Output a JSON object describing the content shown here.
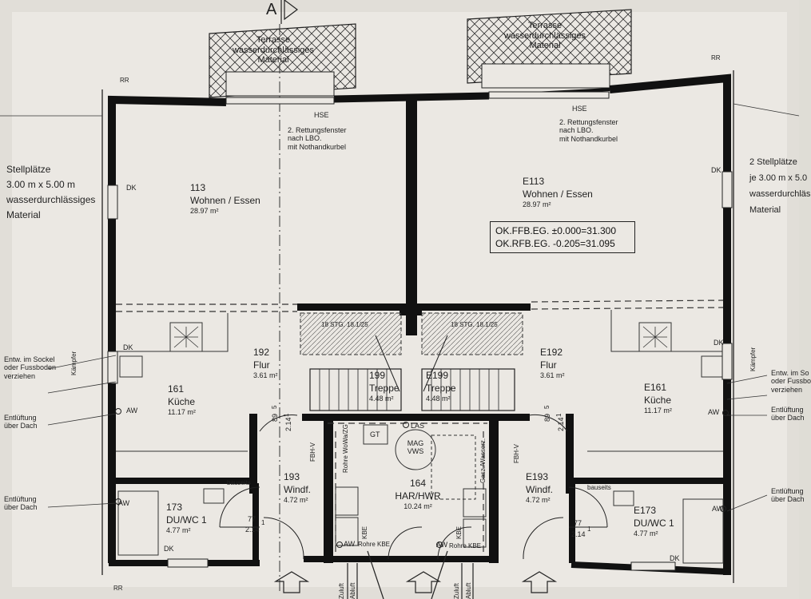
{
  "section_marker": "A",
  "terrace_left": [
    "Terrasse",
    "wasserdurchlässiges",
    "Material"
  ],
  "terrace_right": [
    "Terrasse",
    "wasserdurchlässiges",
    "Material"
  ],
  "rr": [
    "RR",
    "RR",
    "RR"
  ],
  "hse": [
    "HSE",
    "HSE"
  ],
  "escape_window_left": [
    "2. Rettungsfenster",
    "nach LBO.",
    "mit Nothandkurbel"
  ],
  "escape_window_right": [
    "2. Rettungsfenster",
    "nach LBO.",
    "mit Nothandkurbel"
  ],
  "parking_left": [
    "Stellplätze",
    "3.00 m x 5.00 m",
    "wasserdurchlässiges",
    "Material"
  ],
  "parking_right": [
    "2 Stellplätze",
    "je 3.00 m x 5.0",
    "wasserdurchläs",
    "Material"
  ],
  "level_info": [
    "OK.FFB.EG. ±0.000=31.300",
    "OK.RFB.EG. -0.205=31.095"
  ],
  "rooms_left": {
    "living": {
      "num": "113",
      "name": "Wohnen / Essen",
      "area": "28.97 m²"
    },
    "hall": {
      "num": "192",
      "name": "Flur",
      "area": "3.61 m²"
    },
    "stairs": {
      "num": "199",
      "name": "Treppe",
      "area": "4.48 m²",
      "steps": "18 STG. 18.1/25"
    },
    "kitchen": {
      "num": "161",
      "name": "Küche",
      "area": "11.17 m²"
    },
    "wind": {
      "num": "193",
      "name": "Windf.",
      "area": "4.72 m²"
    },
    "wc": {
      "num": "173",
      "name": "DU/WC 1",
      "area": "4.77 m²"
    }
  },
  "rooms_right": {
    "living": {
      "num": "E113",
      "name": "Wohnen / Essen",
      "area": "28.97 m²"
    },
    "hall": {
      "num": "E192",
      "name": "Flur",
      "area": "3.61 m²"
    },
    "stairs": {
      "num": "E199",
      "name": "Treppe",
      "area": "4.48 m²",
      "steps": "18 STG. 18.1/25"
    },
    "kitchen": {
      "num": "E161",
      "name": "Küche",
      "area": "11.17 m²"
    },
    "wind": {
      "num": "E193",
      "name": "Windf.",
      "area": "4.72 m²"
    },
    "wc": {
      "num": "E173",
      "name": "DU/WC 1",
      "area": "4.77 m²"
    }
  },
  "har": {
    "num": "164",
    "name": "HAR/HWR",
    "area": "10.24 m²",
    "mag": [
      "MAG",
      "VWS"
    ],
    "las": "LAS",
    "gt": "GT"
  },
  "har_labels": {
    "rohre_left": "Rohre WoWa/ZG",
    "gas": "Gasz./Wasserz.",
    "kbe": [
      "KBE",
      "KBE"
    ],
    "rohre_kbe": [
      "Rohre KBE",
      "Rohre KBE"
    ],
    "aw": [
      "AW",
      "AW"
    ]
  },
  "annotations_left": {
    "entw": [
      "Entw. im Sockel",
      "oder Fussboden",
      "verziehen"
    ],
    "entl1": [
      "Entlüftung",
      "über Dach"
    ],
    "entl2": [
      "Entlüftung",
      "über Dach"
    ],
    "kaempfer": "Kämpfer",
    "dk": [
      "DK",
      "DK",
      "DK"
    ],
    "aw": [
      "AW",
      "AW"
    ],
    "bauseits": "bauseits",
    "fbh": "FBH-V",
    "dims": [
      "89",
      "5",
      "2.14",
      "1",
      "77",
      "2.14",
      "1"
    ]
  },
  "annotations_right": {
    "entw": [
      "Entw. im So",
      "oder Fussbo",
      "verziehen"
    ],
    "entl1": [
      "Entlüftung",
      "über Dach"
    ],
    "entl2": [
      "Entlüftung",
      "über Dach"
    ],
    "kaempfer": "Kämpfer",
    "dk": [
      "DK",
      "DK",
      "DK"
    ],
    "aw": [
      "AW",
      "AW"
    ],
    "bauseits": "bauseits",
    "fbh": "FBH-V",
    "dims": [
      "89",
      "5",
      "2.14",
      "1",
      "77",
      "2.14",
      "1"
    ]
  },
  "bottom_labels": [
    "Zuluft",
    "Abluft",
    "Zuluft",
    "Abluft"
  ]
}
